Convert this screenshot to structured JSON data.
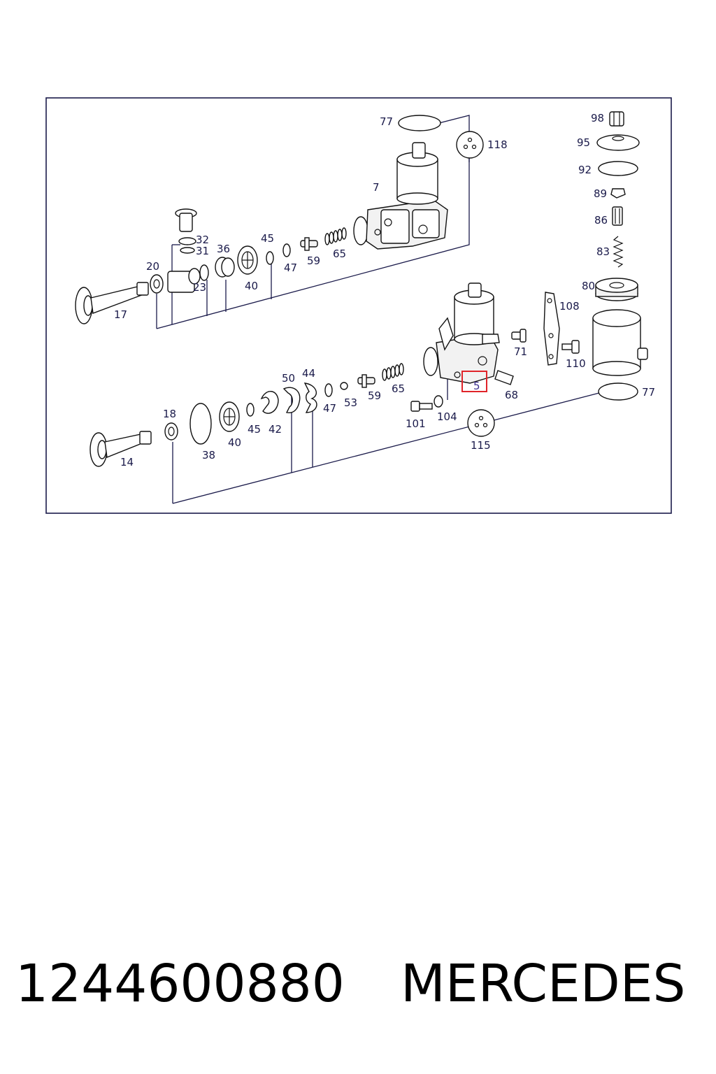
{
  "diagram": {
    "callouts": {
      "c77a": "77",
      "c118": "118",
      "c7": "7",
      "c32": "32",
      "c31": "31",
      "c36": "36",
      "c45a": "45",
      "c20": "20",
      "c23": "23",
      "c40a": "40",
      "c47a": "47",
      "c59a": "59",
      "c65a": "65",
      "c17": "17",
      "c98": "98",
      "c95": "95",
      "c92": "92",
      "c89": "89",
      "c86": "86",
      "c83": "83",
      "c80": "80",
      "c108": "108",
      "c71": "71",
      "c110": "110",
      "c77b": "77",
      "c68": "68",
      "c5": "5",
      "c50": "50",
      "c44": "44",
      "c47b": "47",
      "c53": "53",
      "c59b": "59",
      "c65b": "65",
      "c101": "101",
      "c104": "104",
      "c115": "115",
      "c18": "18",
      "c38": "38",
      "c40b": "40",
      "c45b": "45",
      "c42": "42",
      "c14": "14"
    },
    "highlighted_callout": "5",
    "highlight_color": "#e0242a",
    "line_color": "#1a1a4a"
  },
  "footer": {
    "part_number": "1244600880",
    "brand": "MERCEDES"
  }
}
